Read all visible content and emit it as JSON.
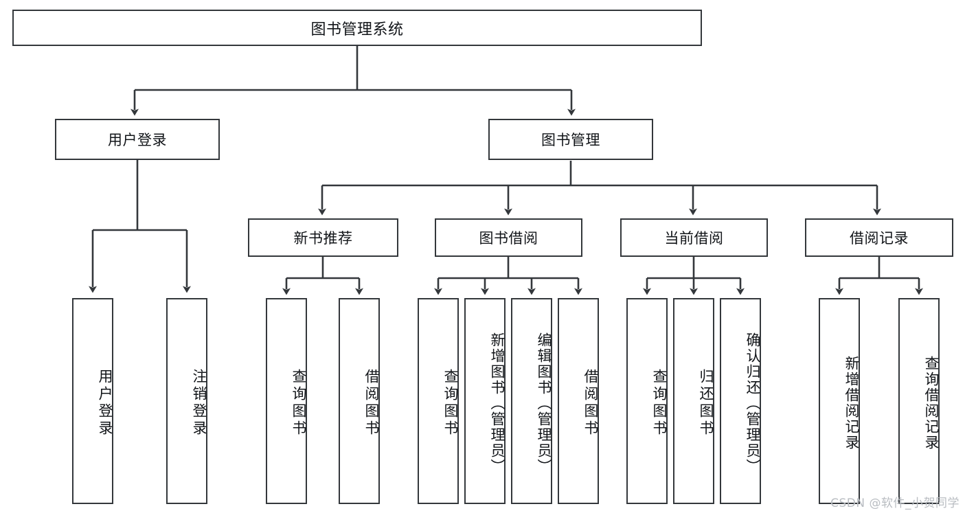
{
  "diagram": {
    "type": "tree-hierarchy",
    "title": "图书管理系统",
    "orientation": "top-down",
    "colors": {
      "box_border": "#33373b",
      "box_fill": "#ffffff",
      "edge": "#33373b",
      "text": "#111418",
      "watermark": "#b9bdc2",
      "background": "#ffffff"
    },
    "root": {
      "label": "图书管理系统"
    },
    "level2": [
      {
        "id": "user-login",
        "label": "用户登录"
      },
      {
        "id": "book-management",
        "label": "图书管理"
      }
    ],
    "level3": [
      {
        "id": "new-book-recommend",
        "label": "新书推荐",
        "parent": "book-management"
      },
      {
        "id": "book-borrow",
        "label": "图书借阅",
        "parent": "book-management"
      },
      {
        "id": "current-borrow",
        "label": "当前借阅",
        "parent": "book-management"
      },
      {
        "id": "borrow-record",
        "label": "借阅记录",
        "parent": "book-management"
      }
    ],
    "leaves": [
      {
        "id": "leaf-user-login",
        "label": "用户登录",
        "parent": "user-login"
      },
      {
        "id": "leaf-logout-login",
        "label": "注销登录",
        "parent": "user-login"
      },
      {
        "id": "leaf-query-book-1",
        "label": "查询图书",
        "parent": "new-book-recommend"
      },
      {
        "id": "leaf-borrow-book-1",
        "label": "借阅图书",
        "parent": "new-book-recommend"
      },
      {
        "id": "leaf-query-book-2",
        "label": "查询图书",
        "parent": "book-borrow"
      },
      {
        "id": "leaf-add-book",
        "label": "新增图书（管理员）",
        "parent": "book-borrow"
      },
      {
        "id": "leaf-edit-book",
        "label": "编辑图书（管理员）",
        "parent": "book-borrow"
      },
      {
        "id": "leaf-borrow-book-2",
        "label": "借阅图书",
        "parent": "book-borrow"
      },
      {
        "id": "leaf-query-book-3",
        "label": "查询图书",
        "parent": "current-borrow"
      },
      {
        "id": "leaf-return-book",
        "label": "归还图书",
        "parent": "current-borrow"
      },
      {
        "id": "leaf-confirm-return",
        "label": "确认归还（管理员）",
        "parent": "current-borrow"
      },
      {
        "id": "leaf-add-record",
        "label": "新增借阅记录",
        "parent": "borrow-record"
      },
      {
        "id": "leaf-query-record",
        "label": "查询借阅记录",
        "parent": "borrow-record"
      }
    ]
  },
  "watermark": {
    "text": "CSDN @软件_小贺同学"
  }
}
